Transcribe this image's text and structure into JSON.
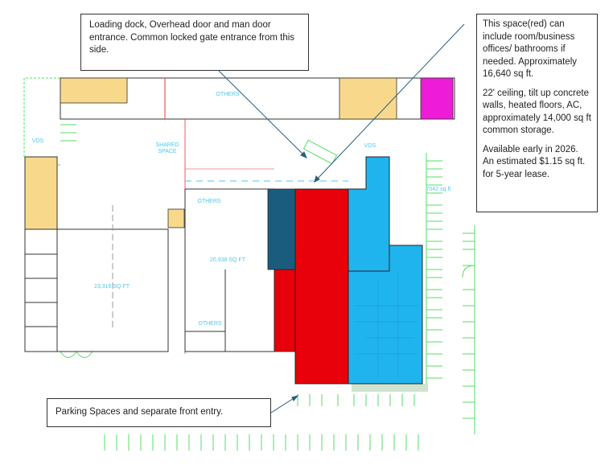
{
  "callouts": {
    "loading": "Loading dock, Overhead door and man door entrance. Common locked gate entrance from this side.",
    "space": [
      "This space(red) can include room/business offices/ bathrooms if needed. Approximately 16,640 sq ft.",
      "22' ceiling, tilt up concrete walls, heated floors, AC, approximately 14,000 sq ft common storage.",
      "Available early in 2026. An estimated $1.15 sq ft. for 5-year lease."
    ],
    "parking": "Parking Spaces and separate front entry."
  },
  "labels": {
    "others_top": "OTHERS",
    "shared_space": [
      "SHARED",
      "SPACE"
    ],
    "vds_left": "VDS",
    "vds_right": "VDS",
    "others_mid": "OTHERS",
    "others_bottom": "OTHERS",
    "sqft_left": "23,316 SQ FT",
    "sqft_mid": "20,938 SQ FT",
    "sqft_right": "7042 sq ft"
  },
  "colors": {
    "red": "#e8000b",
    "dark_blue": "#1a5c7e",
    "light_blue": "#20b4ee",
    "tan": "#f8d98c",
    "magenta": "#ee1cd8",
    "parking": "#44dd55"
  }
}
